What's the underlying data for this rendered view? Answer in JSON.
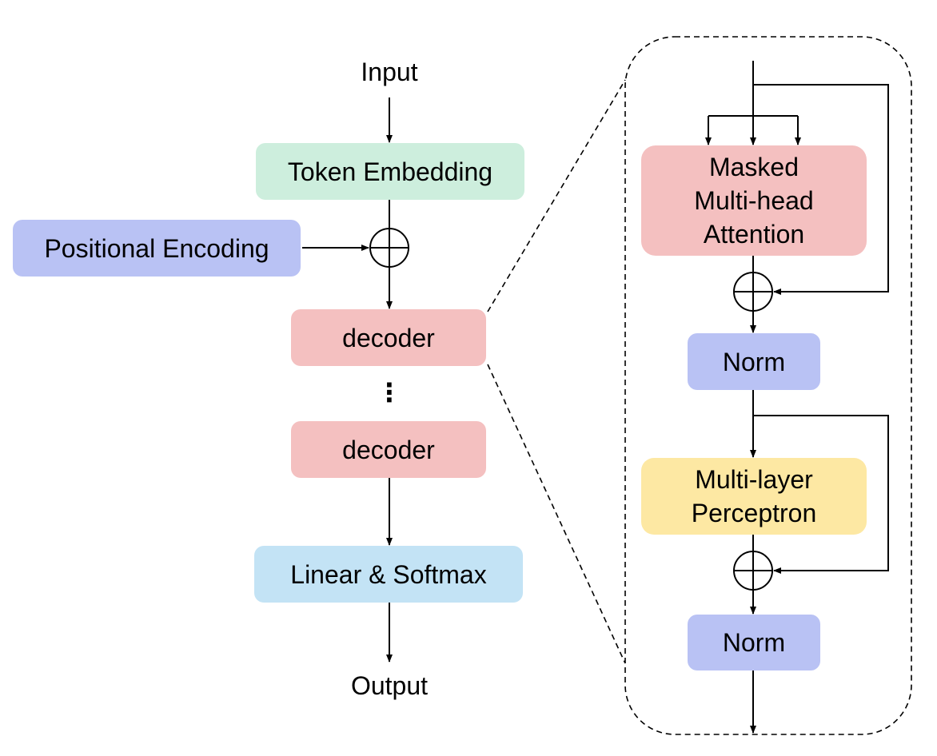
{
  "colors": {
    "embedding": "#cdeedd",
    "positional": "#b9c2f4",
    "decoder": "#f4c0c0",
    "linear": "#c3e3f5",
    "attention": "#f4c0c0",
    "norm": "#b9c2f4",
    "mlp": "#fde8a3"
  },
  "left": {
    "input_label": "Input",
    "token_embedding": "Token Embedding",
    "positional_encoding": "Positional Encoding",
    "decoder_1": "decoder",
    "ellipsis": "⋮",
    "decoder_2": "decoder",
    "linear_softmax": "Linear & Softmax",
    "output_label": "Output"
  },
  "detail": {
    "attention_lines": [
      "Masked",
      "Multi-head",
      "Attention"
    ],
    "norm_1": "Norm",
    "mlp_lines": [
      "Multi-layer",
      "Perceptron"
    ],
    "norm_2": "Norm"
  },
  "icons": {
    "add": "circle-plus-icon"
  }
}
